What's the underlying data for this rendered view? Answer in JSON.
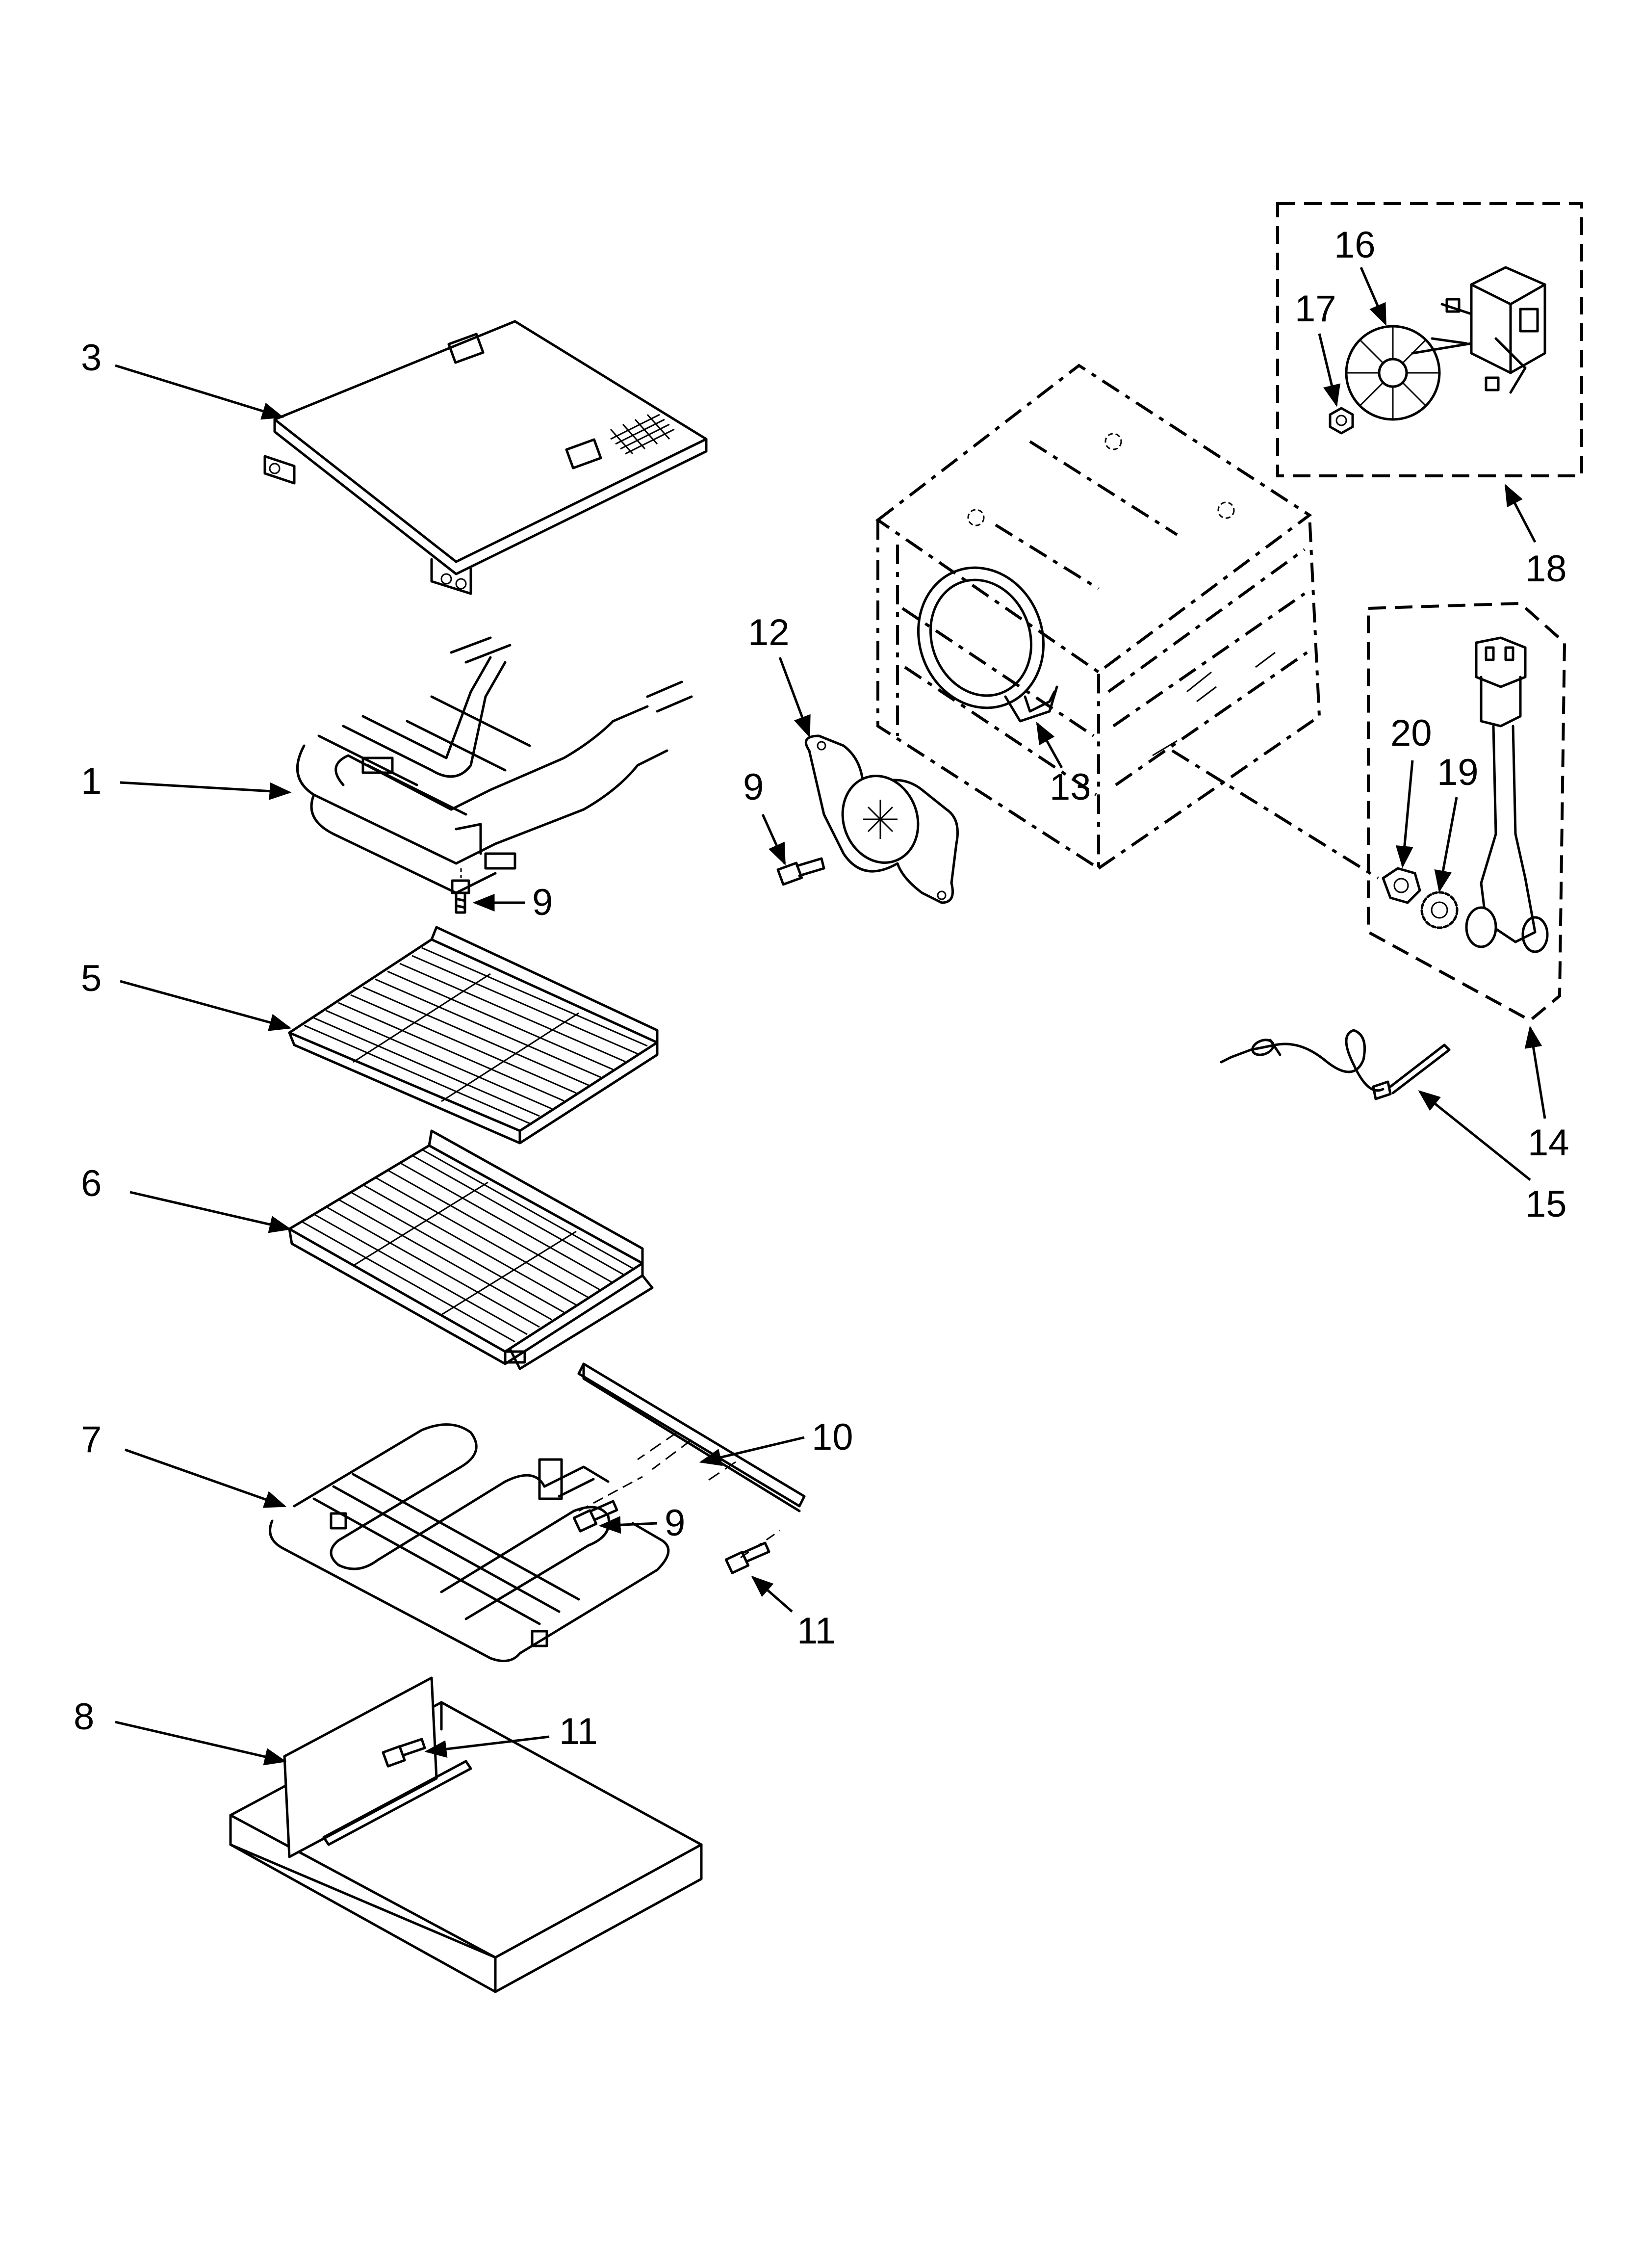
{
  "colors": {
    "line": "#000000",
    "background": "#ffffff"
  },
  "callouts": {
    "c1": "1",
    "c3": "3",
    "c5": "5",
    "c6": "6",
    "c7": "7",
    "c8": "8",
    "c9a": "9",
    "c9b": "9",
    "c9c": "9",
    "c10": "10",
    "c11a": "11",
    "c11b": "11",
    "c12": "12",
    "c13": "13",
    "c14": "14",
    "c15": "15",
    "c16": "16",
    "c17": "17",
    "c18": "18",
    "c19": "19",
    "c20": "20"
  }
}
